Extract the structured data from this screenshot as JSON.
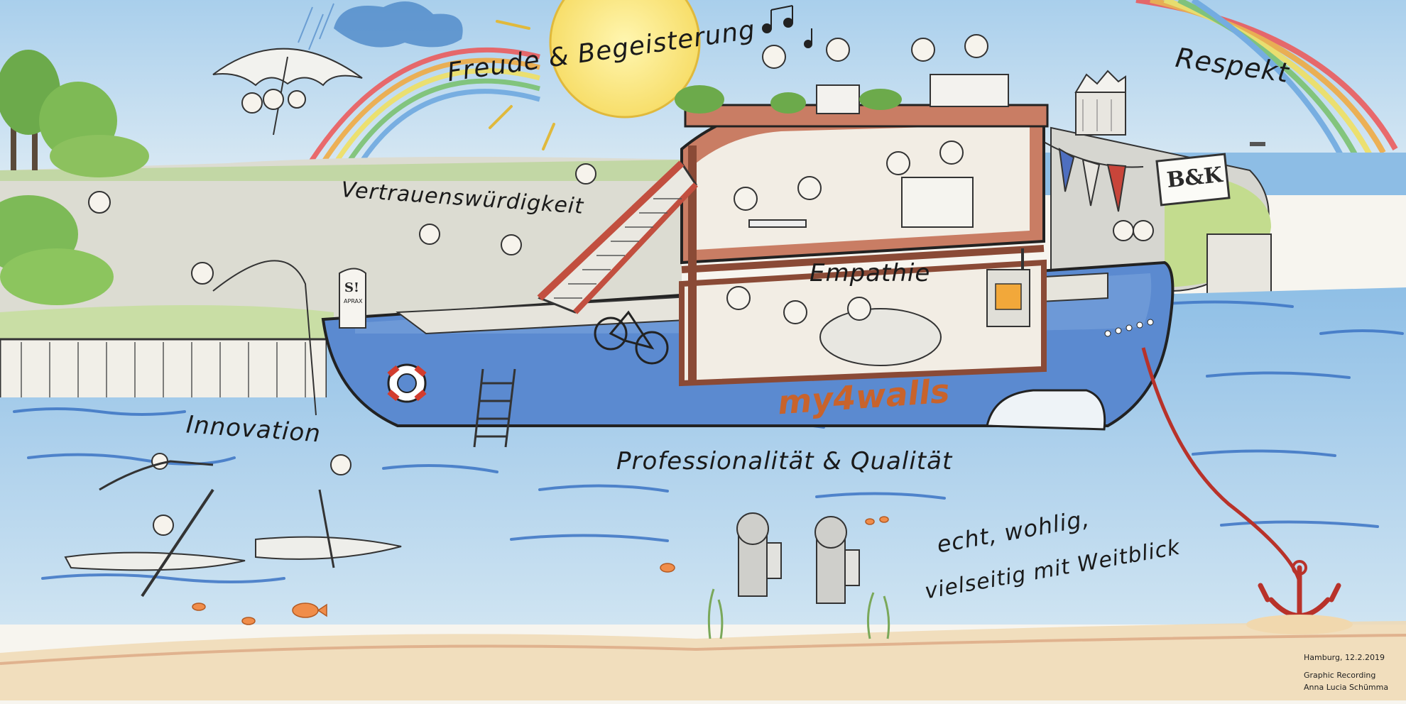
{
  "scene": {
    "values": [
      "Freude & Begeisterung",
      "Respekt",
      "Vertrauenswürdigkeit",
      "Empathie",
      "Innovation",
      "Professionalität & Qualität",
      "echt, wohlig,",
      "vielseitig mit Weitblick"
    ],
    "brand": "my4walls",
    "logo_sign": "B&K",
    "stone_sign": [
      "S!",
      "APRAX"
    ],
    "signature": {
      "place_date": "Hamburg, 12.2.2019",
      "credit_line1": "Graphic Recording",
      "credit_line2": "Anna Lucia Schümma"
    }
  },
  "colors": {
    "sky": "#bcd9ee",
    "water": "#6fa7d8",
    "hull": "#4f7fc8",
    "brand_orange": "#c8632c",
    "anchor_red": "#b8322a",
    "grass": "#8cbf5e"
  }
}
